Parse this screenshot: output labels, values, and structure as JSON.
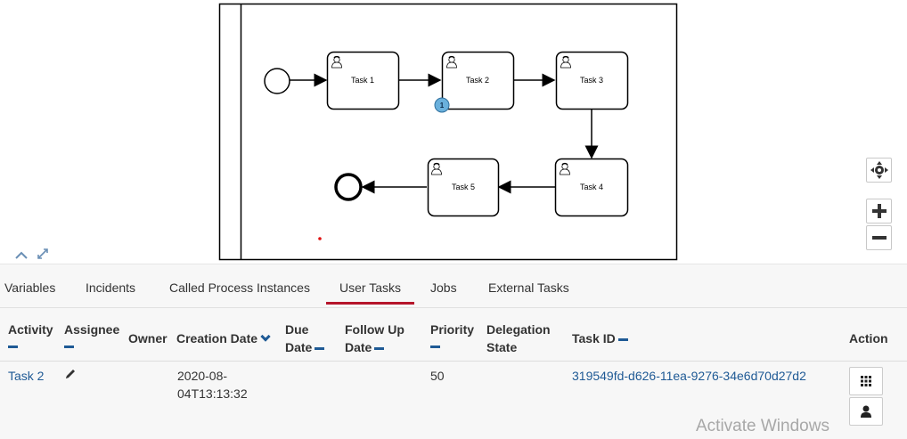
{
  "diagram": {
    "tasks": [
      {
        "id": "task-1",
        "label": "Task 1"
      },
      {
        "id": "task-2",
        "label": "Task 2"
      },
      {
        "id": "task-3",
        "label": "Task 3"
      },
      {
        "id": "task-4",
        "label": "Task 4"
      },
      {
        "id": "task-5",
        "label": "Task 5"
      }
    ],
    "badge": "1"
  },
  "tabs": [
    {
      "label": "Variables"
    },
    {
      "label": "Incidents"
    },
    {
      "label": "Called Process Instances"
    },
    {
      "label": "User Tasks"
    },
    {
      "label": "Jobs"
    },
    {
      "label": "External Tasks"
    }
  ],
  "active_tab": "User Tasks",
  "table": {
    "headers": {
      "activity": "Activity",
      "assignee": "Assignee",
      "owner": "Owner",
      "creation_date": "Creation Date",
      "due_date_1": "Due",
      "due_date_2": "Date",
      "follow_up_1": "Follow Up",
      "follow_up_2": "Date",
      "priority": "Priority",
      "delegation_1": "Delegation",
      "delegation_2": "State",
      "task_id": "Task ID",
      "action": "Action"
    },
    "row": {
      "activity": "Task 2",
      "creation_date_1": "2020-08-",
      "creation_date_2": "04T13:13:32",
      "priority": "50",
      "task_id": "319549fd-d626-11ea-9276-34e6d70d27d2"
    }
  },
  "watermark": "Activate Windows",
  "colors": {
    "accent": "#b5152b",
    "link": "#1f5a95",
    "badge": "#6ab0dc"
  }
}
